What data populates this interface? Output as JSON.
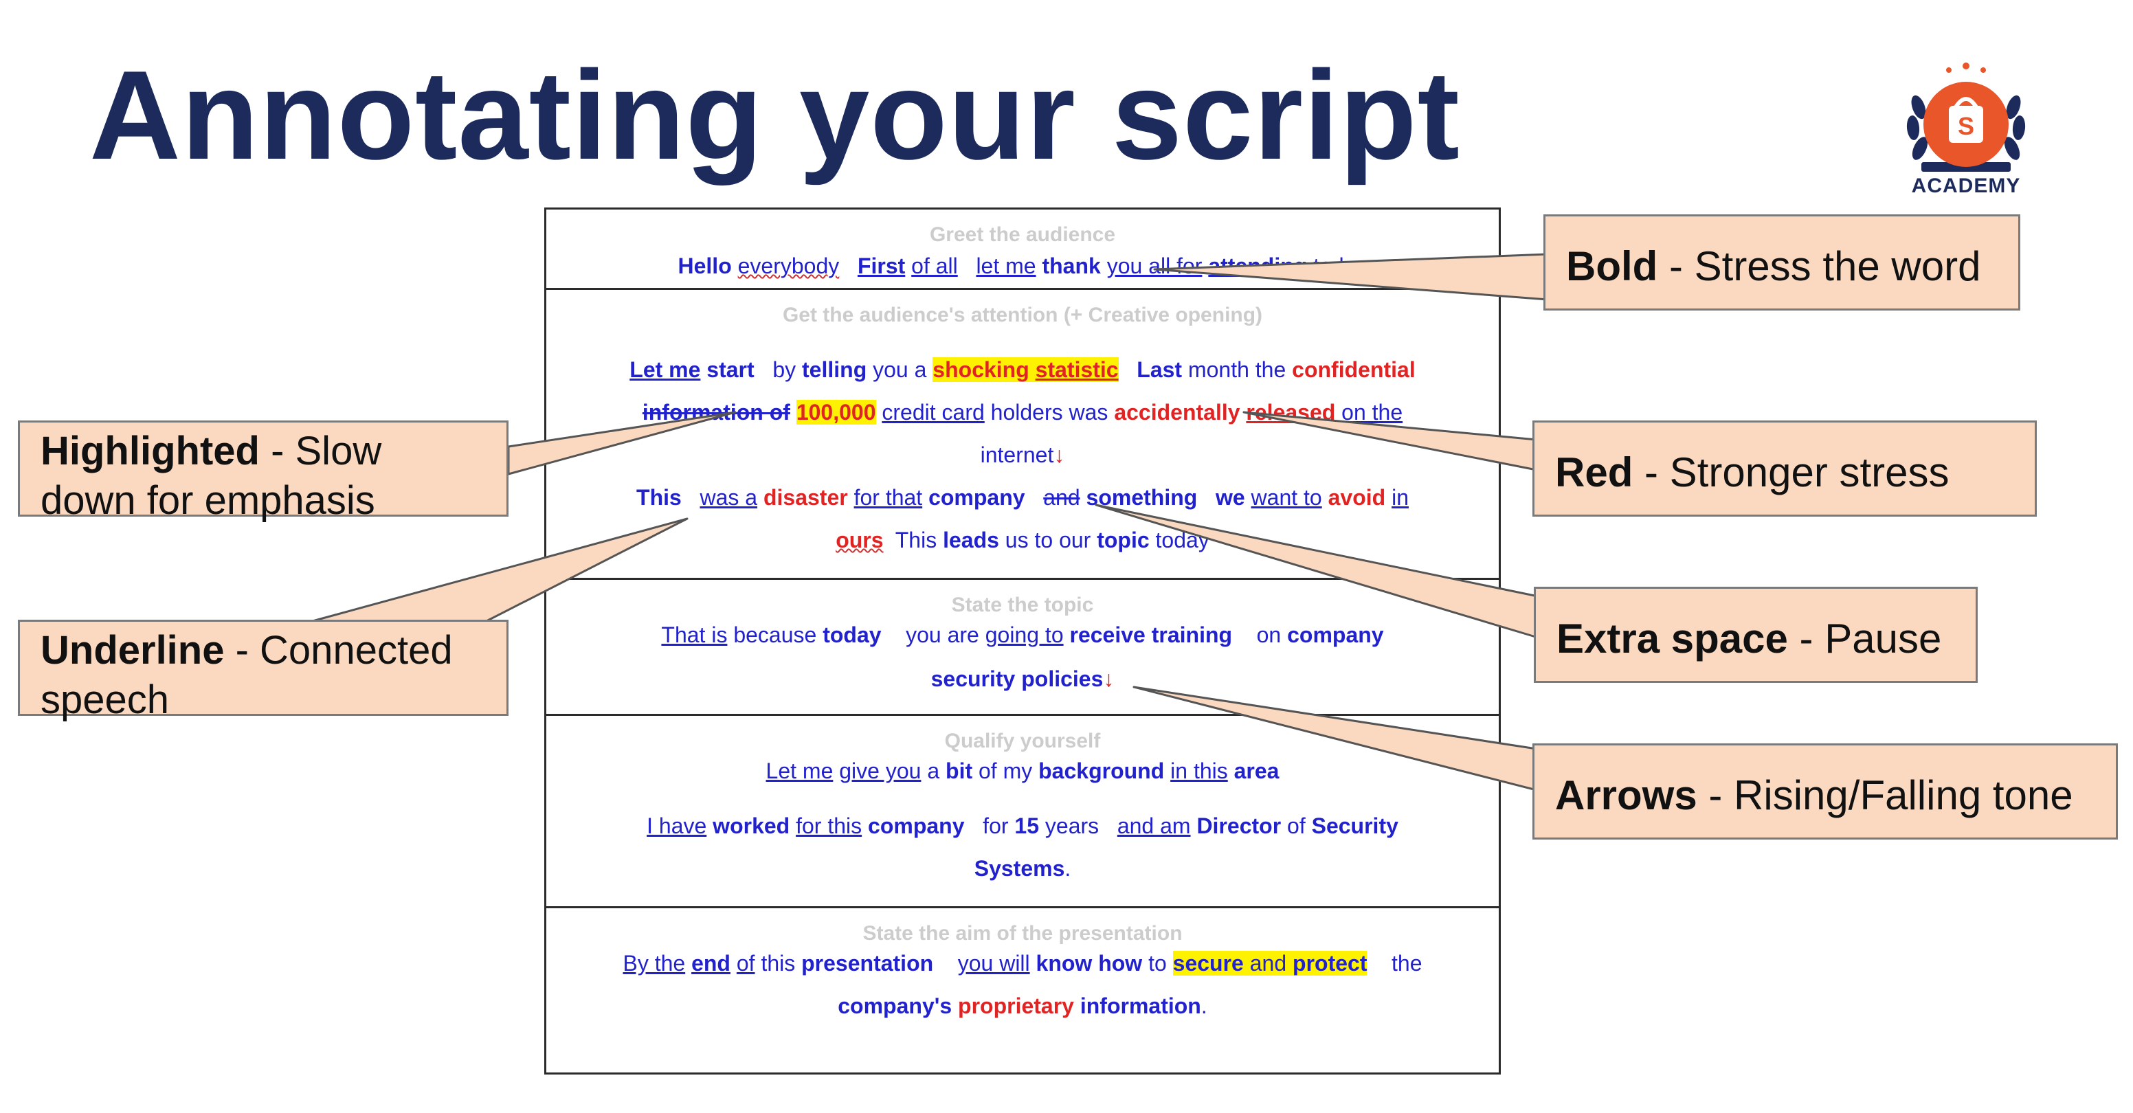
{
  "slide": {
    "title": "Annotating your script"
  },
  "logo": {
    "text": "ACADEMY",
    "glyph": "S",
    "icon": "shopee-academy-logo"
  },
  "script": {
    "greet": {
      "label": "Greet the audience",
      "l1": {
        "w1": "Hello",
        "w2": "everybody",
        "w3": "First",
        "w4": "of all",
        "w5": "let me",
        "w6": "thank",
        "w7": "you all for",
        "w8": "attending",
        "w9": "today"
      }
    },
    "attention": {
      "label": "Get the audience's attention (+ Creative opening)",
      "l1": {
        "w1": "Let me",
        "w2": "start",
        "w3": "by",
        "w4": "telling",
        "w5": "you a",
        "w6": "shocking",
        "w7": "statistic",
        "w8": "Last",
        "w9": "month the",
        "w10": "confidential"
      },
      "l2": {
        "w1": "information of",
        "w2": "100,000",
        "w3": "credit card",
        "w4": "holders was",
        "w5": "accidentally",
        "w6": "released",
        "w7": "on the"
      },
      "l3": {
        "w1": "internet",
        "arrow": "↓"
      },
      "l4": {
        "w1": "This",
        "w2": "was a",
        "w3": "disaster",
        "w4": "for that",
        "w5": "company",
        "w6": "and",
        "w7": "something",
        "w8": "we",
        "w9": "want to",
        "w10": "avoid",
        "w11": "in"
      },
      "l5": {
        "w1": "ours",
        "w2": "This",
        "w3": "leads",
        "w4": "us to our",
        "w5": "topic",
        "w6": "today"
      }
    },
    "topic": {
      "label": "State the topic",
      "l1": {
        "w1": "That is",
        "w2": "because",
        "w3": "today",
        "w4": "you are",
        "w5": "going to",
        "w6": "receive training",
        "w7": "on",
        "w8": "company"
      },
      "l2": {
        "w1": "security policies",
        "arrow": "↓"
      }
    },
    "qualify": {
      "label": "Qualify yourself",
      "l1": {
        "w1": "Let me",
        "w2": "give you",
        "w3": "a",
        "w4": "bit",
        "w5": "of my",
        "w6": "background",
        "w7": "in this",
        "w8": "area"
      },
      "l2": {
        "w1": "I have",
        "w2": "worked",
        "w3": "for this",
        "w4": "company",
        "w5": "for",
        "w6": "15",
        "w7": "years",
        "w8": "and am",
        "w9": "Director",
        "w10": "of",
        "w11": "Security"
      },
      "l3": {
        "w1": "Systems",
        "w2": "."
      }
    },
    "aim": {
      "label": "State the aim of the presentation",
      "l1": {
        "w1": "By the",
        "w2": "end",
        "w3": "of",
        "w4": "this",
        "w5": "presentation",
        "w6": "you will",
        "w7": "know how",
        "w8": "to",
        "w9": "secure",
        "w10": "and",
        "w11": "protect",
        "w12": "the"
      },
      "l2": {
        "w1": "company's",
        "w2": "proprietary",
        "w3": "information",
        "w4": "."
      }
    }
  },
  "callouts": {
    "bold": {
      "key": "Bold",
      "desc": " - Stress the word"
    },
    "red": {
      "key": "Red",
      "desc": " - Stronger stress"
    },
    "extra_space": {
      "key": "Extra space",
      "desc": " - Pause"
    },
    "arrows": {
      "key": "Arrows",
      "desc": " - Rising/Falling tone"
    },
    "highlighted": {
      "key": "Highlighted",
      "desc": " - Slow down for emphasis"
    },
    "underline": {
      "key": "Underline",
      "desc": " - Connected speech"
    }
  },
  "colors": {
    "title": "#1d2b5c",
    "script_text": "#2222cc",
    "stress_red": "#e02424",
    "highlight": "#fff200",
    "callout_fill": "#fbd9c0",
    "logo_orange": "#e8562a"
  }
}
